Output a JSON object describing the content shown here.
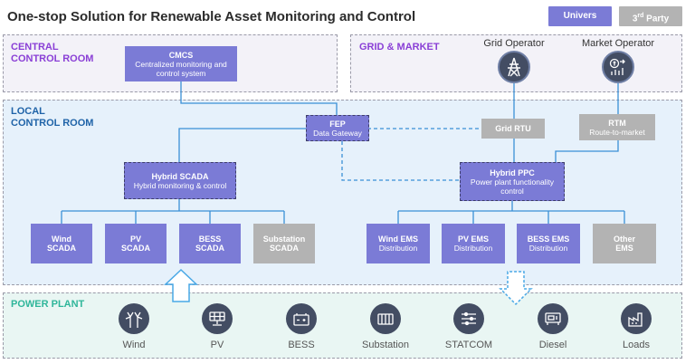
{
  "title": "One-stop Solution for Renewable Asset Monitoring and Control",
  "legend": {
    "univers": "Univers",
    "third_party_num": "3",
    "third_party_sup": "rd",
    "third_party_rest": " Party"
  },
  "zones": {
    "central": "CENTRAL\nCONTROL ROOM",
    "grid": "GRID & MARKET",
    "local": "LOCAL\nCONTROL ROOM",
    "plant": "POWER PLANT"
  },
  "boxes": {
    "cmcs": {
      "title": "CMCS",
      "sub": "Centralized monitoring and control system"
    },
    "fep": {
      "title": "FEP",
      "sub": "Data Gateway"
    },
    "grid_rtu": {
      "title": "Grid RTU"
    },
    "rtm": {
      "title": "RTM",
      "sub": "Route-to-market"
    },
    "hybrid_scada": {
      "title": "Hybrid SCADA",
      "sub": "Hybrid monitoring & control"
    },
    "hybrid_ppc": {
      "title": "Hybrid PPC",
      "sub": "Power plant functionality control"
    },
    "wind_scada": {
      "title": "Wind SCADA"
    },
    "pv_scada": {
      "title": "PV SCADA"
    },
    "bess_scada": {
      "title": "BESS SCADA"
    },
    "substation_scada": {
      "title": "Substation SCADA"
    },
    "wind_ems": {
      "title": "Wind EMS",
      "sub": "Distribution"
    },
    "pv_ems": {
      "title": "PV EMS",
      "sub": "Distribution"
    },
    "bess_ems": {
      "title": "BESS EMS",
      "sub": "Distribution"
    },
    "other_ems": {
      "title": "Other EMS"
    }
  },
  "operators": {
    "grid": "Grid Operator",
    "market": "Market Operator"
  },
  "plant_items": [
    "Wind",
    "PV",
    "BESS",
    "Substation",
    "STATCOM",
    "Diesel",
    "Loads"
  ],
  "colors": {
    "univers": "#7b7bd6",
    "third_party": "#b3b3b3",
    "icon": "#434d63",
    "central_bg": "#f3f2f8",
    "local_bg": "#e6f1fb",
    "plant_bg": "#e9f6f3"
  }
}
